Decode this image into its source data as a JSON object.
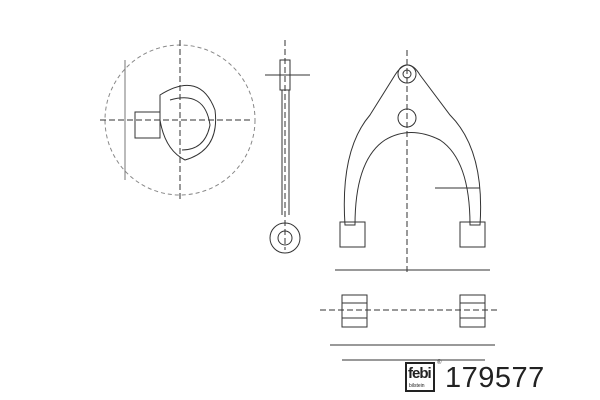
{
  "brand": {
    "logo_text": "febi",
    "logo_subtext": "bilstein",
    "registered": "®"
  },
  "part_number": "179577",
  "colors": {
    "line": "#333333",
    "ink": "#222222"
  }
}
